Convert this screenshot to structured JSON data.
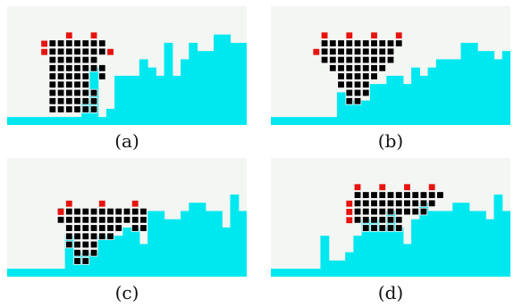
{
  "colors": {
    "background": "#f3f6f3",
    "terrain": "#00e8ef",
    "robot_cell": "#000000",
    "robot_cell_border": "#ffffff",
    "marker": "#e6130f"
  },
  "panels": [
    {
      "caption": "(a)",
      "terrain": [
        [
          0,
          13
        ],
        [
          1,
          13
        ],
        [
          2,
          13
        ],
        [
          3,
          13
        ],
        [
          4,
          13
        ],
        [
          5,
          13
        ],
        [
          6,
          13
        ],
        [
          7,
          13
        ],
        [
          8,
          13
        ],
        [
          9,
          11
        ],
        [
          10,
          7
        ],
        [
          11,
          13
        ],
        [
          12,
          12
        ],
        [
          13,
          8
        ],
        [
          14,
          8
        ],
        [
          15,
          8
        ],
        [
          16,
          6
        ],
        [
          17,
          7
        ],
        [
          18,
          8
        ],
        [
          19,
          4
        ],
        [
          20,
          8
        ],
        [
          21,
          6
        ],
        [
          22,
          4
        ],
        [
          23,
          5
        ],
        [
          24,
          5
        ],
        [
          25,
          3
        ],
        [
          26,
          3
        ],
        [
          27,
          4
        ],
        [
          28,
          4
        ]
      ],
      "robot": [
        [
          5,
          4
        ],
        [
          6,
          4
        ],
        [
          7,
          4
        ],
        [
          8,
          4
        ],
        [
          9,
          4
        ],
        [
          10,
          4
        ],
        [
          11,
          4
        ],
        [
          5,
          5
        ],
        [
          6,
          5
        ],
        [
          7,
          5
        ],
        [
          8,
          5
        ],
        [
          9,
          5
        ],
        [
          10,
          5
        ],
        [
          11,
          5
        ],
        [
          5,
          6
        ],
        [
          6,
          6
        ],
        [
          7,
          6
        ],
        [
          8,
          6
        ],
        [
          9,
          6
        ],
        [
          10,
          6
        ],
        [
          5,
          7
        ],
        [
          6,
          7
        ],
        [
          7,
          7
        ],
        [
          8,
          7
        ],
        [
          9,
          7
        ],
        [
          10,
          7
        ],
        [
          11,
          7
        ],
        [
          5,
          8
        ],
        [
          6,
          8
        ],
        [
          7,
          8
        ],
        [
          8,
          8
        ],
        [
          9,
          8
        ],
        [
          11,
          8
        ],
        [
          5,
          9
        ],
        [
          6,
          9
        ],
        [
          7,
          9
        ],
        [
          8,
          9
        ],
        [
          9,
          9
        ],
        [
          5,
          10
        ],
        [
          6,
          10
        ],
        [
          7,
          10
        ],
        [
          8,
          10
        ],
        [
          9,
          10
        ],
        [
          10,
          10
        ],
        [
          5,
          11
        ],
        [
          6,
          11
        ],
        [
          7,
          11
        ],
        [
          8,
          11
        ],
        [
          9,
          11
        ],
        [
          10,
          11
        ],
        [
          5,
          12
        ],
        [
          6,
          12
        ],
        [
          7,
          12
        ],
        [
          8,
          12
        ],
        [
          9,
          12
        ],
        [
          10,
          12
        ]
      ],
      "markers": [
        [
          4,
          4
        ],
        [
          7,
          3
        ],
        [
          10,
          3
        ],
        [
          4,
          5
        ],
        [
          12,
          5
        ]
      ]
    },
    {
      "caption": "(b)",
      "terrain": [
        [
          0,
          13
        ],
        [
          1,
          13
        ],
        [
          2,
          13
        ],
        [
          3,
          13
        ],
        [
          4,
          13
        ],
        [
          5,
          13
        ],
        [
          6,
          13
        ],
        [
          7,
          13
        ],
        [
          8,
          10
        ],
        [
          9,
          11
        ],
        [
          10,
          11
        ],
        [
          11,
          11
        ],
        [
          12,
          9
        ],
        [
          13,
          9
        ],
        [
          14,
          8
        ],
        [
          15,
          8
        ],
        [
          16,
          9
        ],
        [
          17,
          7
        ],
        [
          18,
          8
        ],
        [
          19,
          7
        ],
        [
          20,
          6
        ],
        [
          21,
          6
        ],
        [
          22,
          6
        ],
        [
          23,
          4
        ],
        [
          24,
          4
        ],
        [
          25,
          5
        ],
        [
          26,
          5
        ],
        [
          27,
          6
        ],
        [
          28,
          5
        ]
      ],
      "robot": [
        [
          6,
          4
        ],
        [
          7,
          4
        ],
        [
          8,
          4
        ],
        [
          9,
          4
        ],
        [
          10,
          4
        ],
        [
          11,
          4
        ],
        [
          12,
          4
        ],
        [
          13,
          4
        ],
        [
          14,
          4
        ],
        [
          15,
          4
        ],
        [
          6,
          5
        ],
        [
          7,
          5
        ],
        [
          8,
          5
        ],
        [
          9,
          5
        ],
        [
          10,
          5
        ],
        [
          11,
          5
        ],
        [
          12,
          5
        ],
        [
          13,
          5
        ],
        [
          14,
          5
        ],
        [
          6,
          6
        ],
        [
          7,
          6
        ],
        [
          8,
          6
        ],
        [
          9,
          6
        ],
        [
          10,
          6
        ],
        [
          11,
          6
        ],
        [
          12,
          6
        ],
        [
          13,
          6
        ],
        [
          14,
          6
        ],
        [
          7,
          7
        ],
        [
          8,
          7
        ],
        [
          9,
          7
        ],
        [
          10,
          7
        ],
        [
          11,
          7
        ],
        [
          12,
          7
        ],
        [
          13,
          7
        ],
        [
          8,
          8
        ],
        [
          9,
          8
        ],
        [
          10,
          8
        ],
        [
          11,
          8
        ],
        [
          12,
          8
        ],
        [
          8,
          9
        ],
        [
          9,
          9
        ],
        [
          10,
          9
        ],
        [
          11,
          9
        ],
        [
          9,
          10
        ],
        [
          10,
          10
        ],
        [
          11,
          10
        ],
        [
          9,
          11
        ],
        [
          10,
          11
        ]
      ],
      "markers": [
        [
          6,
          3
        ],
        [
          9,
          3
        ],
        [
          12,
          3
        ],
        [
          15,
          3
        ],
        [
          5,
          5
        ]
      ]
    },
    {
      "caption": "(c)",
      "terrain": [
        [
          0,
          13
        ],
        [
          1,
          13
        ],
        [
          2,
          13
        ],
        [
          3,
          13
        ],
        [
          4,
          13
        ],
        [
          5,
          13
        ],
        [
          6,
          13
        ],
        [
          7,
          9
        ],
        [
          8,
          11
        ],
        [
          9,
          11
        ],
        [
          10,
          11
        ],
        [
          11,
          9
        ],
        [
          12,
          9
        ],
        [
          13,
          9
        ],
        [
          14,
          8
        ],
        [
          15,
          8
        ],
        [
          16,
          10
        ],
        [
          17,
          6
        ],
        [
          18,
          6
        ],
        [
          19,
          7
        ],
        [
          20,
          7
        ],
        [
          21,
          6
        ],
        [
          22,
          5
        ],
        [
          23,
          5
        ],
        [
          24,
          6
        ],
        [
          25,
          6
        ],
        [
          26,
          8
        ],
        [
          27,
          4
        ],
        [
          28,
          6
        ]
      ],
      "robot": [
        [
          6,
          6
        ],
        [
          7,
          6
        ],
        [
          8,
          6
        ],
        [
          9,
          6
        ],
        [
          10,
          6
        ],
        [
          11,
          6
        ],
        [
          12,
          6
        ],
        [
          13,
          6
        ],
        [
          14,
          6
        ],
        [
          15,
          6
        ],
        [
          16,
          6
        ],
        [
          6,
          7
        ],
        [
          7,
          7
        ],
        [
          8,
          7
        ],
        [
          9,
          7
        ],
        [
          10,
          7
        ],
        [
          11,
          7
        ],
        [
          12,
          7
        ],
        [
          13,
          7
        ],
        [
          14,
          7
        ],
        [
          15,
          7
        ],
        [
          16,
          7
        ],
        [
          7,
          8
        ],
        [
          8,
          8
        ],
        [
          9,
          8
        ],
        [
          10,
          8
        ],
        [
          11,
          8
        ],
        [
          12,
          8
        ],
        [
          13,
          8
        ],
        [
          15,
          8
        ],
        [
          16,
          8
        ],
        [
          7,
          9
        ],
        [
          8,
          9
        ],
        [
          9,
          9
        ],
        [
          10,
          9
        ],
        [
          11,
          9
        ],
        [
          12,
          9
        ],
        [
          7,
          10
        ],
        [
          8,
          10
        ],
        [
          9,
          10
        ],
        [
          10,
          10
        ],
        [
          8,
          11
        ],
        [
          9,
          11
        ],
        [
          10,
          11
        ],
        [
          8,
          12
        ],
        [
          9,
          12
        ]
      ],
      "markers": [
        [
          7,
          5
        ],
        [
          11,
          5
        ],
        [
          15,
          5
        ],
        [
          6,
          6
        ]
      ]
    },
    {
      "caption": "(d)",
      "terrain": [
        [
          0,
          13
        ],
        [
          1,
          13
        ],
        [
          2,
          13
        ],
        [
          3,
          13
        ],
        [
          4,
          13
        ],
        [
          5,
          13
        ],
        [
          6,
          9
        ],
        [
          7,
          12
        ],
        [
          8,
          12
        ],
        [
          9,
          11
        ],
        [
          10,
          9
        ],
        [
          11,
          7
        ],
        [
          12,
          7
        ],
        [
          13,
          8
        ],
        [
          14,
          6
        ],
        [
          15,
          8
        ],
        [
          16,
          10
        ],
        [
          17,
          7
        ],
        [
          18,
          5
        ],
        [
          19,
          6
        ],
        [
          20,
          6
        ],
        [
          21,
          6
        ],
        [
          22,
          5
        ],
        [
          23,
          5
        ],
        [
          24,
          6
        ],
        [
          25,
          6
        ],
        [
          26,
          7
        ],
        [
          27,
          4
        ],
        [
          28,
          6
        ]
      ],
      "robot": [
        [
          10,
          4
        ],
        [
          11,
          4
        ],
        [
          12,
          4
        ],
        [
          13,
          4
        ],
        [
          14,
          4
        ],
        [
          15,
          4
        ],
        [
          16,
          4
        ],
        [
          17,
          4
        ],
        [
          18,
          4
        ],
        [
          19,
          4
        ],
        [
          20,
          4
        ],
        [
          10,
          5
        ],
        [
          11,
          5
        ],
        [
          12,
          5
        ],
        [
          13,
          5
        ],
        [
          14,
          5
        ],
        [
          15,
          5
        ],
        [
          16,
          5
        ],
        [
          17,
          5
        ],
        [
          18,
          5
        ],
        [
          19,
          5
        ],
        [
          10,
          6
        ],
        [
          11,
          6
        ],
        [
          12,
          6
        ],
        [
          13,
          6
        ],
        [
          14,
          6
        ],
        [
          15,
          6
        ],
        [
          16,
          6
        ],
        [
          17,
          6
        ],
        [
          18,
          6
        ],
        [
          10,
          7
        ],
        [
          11,
          7
        ],
        [
          12,
          7
        ],
        [
          13,
          7
        ],
        [
          14,
          7
        ],
        [
          15,
          7
        ],
        [
          11,
          8
        ],
        [
          12,
          8
        ],
        [
          13,
          8
        ],
        [
          14,
          8
        ],
        [
          15,
          8
        ]
      ],
      "markers": [
        [
          10,
          3
        ],
        [
          13,
          3
        ],
        [
          16,
          3
        ],
        [
          19,
          3
        ],
        [
          9,
          5
        ],
        [
          9,
          6
        ],
        [
          9,
          7
        ]
      ]
    }
  ]
}
